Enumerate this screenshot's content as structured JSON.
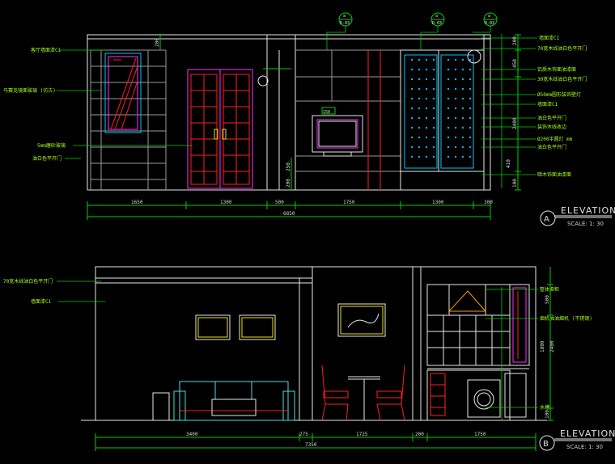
{
  "elevation_a": {
    "title": "ELEVATION",
    "scale": "SCALE: 1: 30",
    "marker": "A",
    "labels_left": [
      "客厅墙面漆C1",
      "马赛克镜面玻璃 (仿古)",
      "5mm磨砂玻璃",
      "油白色平开门"
    ],
    "labels_right": [
      "墙面漆C1",
      "70宽木线油白色平开门",
      "铝质木饰面油漆面",
      "30宽木线油白色平开门",
      "Ø50mm圆形装饰壁灯",
      "墙面漆C1",
      "油白色平开门",
      "装饰木线收边",
      "Ø200半圆灯 mm",
      "油白色平开门",
      "暗木饰面油漆面"
    ],
    "dims_bottom": [
      "1650",
      "1300",
      "500",
      "1750",
      "1300",
      "300"
    ],
    "dim_total": "6850",
    "dims_right": [
      "200",
      "450",
      "2400",
      "410",
      "100"
    ],
    "dims_left": [
      "200",
      "250",
      "200"
    ],
    "callouts": [
      {
        "top": "a",
        "bottom": "D-03"
      },
      {
        "top": "a",
        "bottom": "D-03"
      },
      {
        "top": "a",
        "bottom": "D-03"
      }
    ],
    "tv_tag": "150"
  },
  "elevation_b": {
    "title": "ELEVATION",
    "scale": "SCALE: 1: 30",
    "marker": "B",
    "labels_left": [
      "70宽木线油白色平开门",
      "墙面漆C1"
    ],
    "labels_right": [
      "整体橱柜",
      "烟机抽油烟机 (不锈钢)",
      "水槽"
    ],
    "dims_bottom": [
      "3400",
      "275",
      "1725",
      "200",
      "1750"
    ],
    "dim_total": "7350",
    "dims_right": [
      "500",
      "1800",
      "2400",
      "100"
    ]
  },
  "colors": {
    "background": "#000000",
    "label_text": "#a8ff1e",
    "linework_green": "#00d000",
    "linework_white": "#e8e8e8",
    "linework_cyan": "#00c8ff",
    "linework_red": "#ff2020",
    "linework_magenta": "#ff30ff",
    "linework_yellow": "#f0e000"
  }
}
